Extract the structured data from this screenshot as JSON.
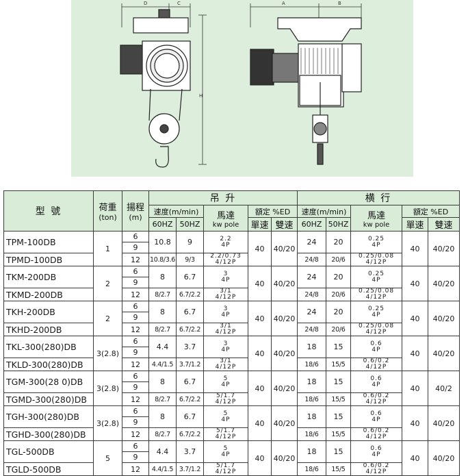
{
  "drawing": {
    "dims_left": [
      "D",
      "C",
      "H"
    ],
    "dims_right": [
      "A",
      "B"
    ]
  },
  "header": {
    "model": "型 號",
    "load_main": "荷重",
    "load_unit": "(ton)",
    "lift_main": "揚程",
    "lift_unit": "(m)",
    "hoist": "吊 升",
    "traverse": "横  行",
    "speed": "速度(m/min)",
    "rated": "額定 %ED",
    "hz60": "60HZ",
    "hz50": "50HZ",
    "motor_main": "馬達",
    "motor_unit": "kw pole",
    "single": "單速",
    "double": "雙速"
  },
  "groups": [
    {
      "models": [
        "TPM-100DB",
        "TPMD-100DB"
      ],
      "load": "1",
      "lifts": [
        "6",
        "9",
        "12"
      ],
      "h60": [
        "10.8",
        "10.8/3.6"
      ],
      "h50": [
        "9",
        "9/3"
      ],
      "hkw": [
        "2.2",
        "2.2/0.73"
      ],
      "hpole": [
        "4P",
        "4/12P"
      ],
      "hs": "40",
      "hd": "40/20",
      "t60": [
        "24",
        "24/8"
      ],
      "t50": [
        "20",
        "20/6"
      ],
      "tkw": [
        "0.25",
        "0.25/0.08"
      ],
      "tpole": [
        "4P",
        "4/12P"
      ],
      "ts": "40",
      "td": "40/20"
    },
    {
      "models": [
        "TKM-200DB",
        "TKMD-200DB"
      ],
      "load": "2",
      "lifts": [
        "6",
        "9",
        "12"
      ],
      "h60": [
        "8",
        "8/2.7"
      ],
      "h50": [
        "6.7",
        "6.7/2.2"
      ],
      "hkw": [
        "3",
        "3/1"
      ],
      "hpole": [
        "4P",
        "4/12P"
      ],
      "hs": "40",
      "hd": "40/20",
      "t60": [
        "24",
        "24/8"
      ],
      "t50": [
        "20",
        "20/6"
      ],
      "tkw": [
        "0.25",
        "0.25/0.08"
      ],
      "tpole": [
        "4P",
        "4/12P"
      ],
      "ts": "40",
      "td": "40/20"
    },
    {
      "models": [
        "TKH-200DB",
        "TKHD-200DB"
      ],
      "load": "2",
      "lifts": [
        "6",
        "9",
        "12"
      ],
      "h60": [
        "8",
        "8/2.7"
      ],
      "h50": [
        "6.7",
        "6.7/2.2"
      ],
      "hkw": [
        "3",
        "3/1"
      ],
      "hpole": [
        "4P",
        "4/12P"
      ],
      "hs": "40",
      "hd": "40/20",
      "t60": [
        "24",
        "24/8"
      ],
      "t50": [
        "20",
        "20/6"
      ],
      "tkw": [
        "0.25",
        "0.25/0.08"
      ],
      "tpole": [
        "4P",
        "4/12P"
      ],
      "ts": "40",
      "td": "40/20"
    },
    {
      "models": [
        "TKL-300(280)DB",
        "TKLD-300(280)DB"
      ],
      "load": "3(2.8)",
      "lifts": [
        "6",
        "9",
        "12"
      ],
      "h60": [
        "4.4",
        "4.4/1.5"
      ],
      "h50": [
        "3.7",
        "3.7/1.2"
      ],
      "hkw": [
        "3",
        "3/1"
      ],
      "hpole": [
        "4P",
        "4/12P"
      ],
      "hs": "40",
      "hd": "40/20",
      "t60": [
        "18",
        "18/6"
      ],
      "t50": [
        "15",
        "15/5"
      ],
      "tkw": [
        "0.6",
        "0.6/0.2"
      ],
      "tpole": [
        "4P",
        "4/12P"
      ],
      "ts": "40",
      "td": "40/20"
    },
    {
      "models": [
        "TGM-300(28 0)DB",
        "TGMD-300(280)DB"
      ],
      "load": "3(2.8)",
      "lifts": [
        "6",
        "9",
        "12"
      ],
      "h60": [
        "8",
        "8/2.7"
      ],
      "h50": [
        "6.7",
        "6.7/2.2"
      ],
      "hkw": [
        "5",
        "5/1.7"
      ],
      "hpole": [
        "4P",
        "4/12P"
      ],
      "hs": "40",
      "hd": "40/20",
      "t60": [
        "18",
        "18/6"
      ],
      "t50": [
        "15",
        "15/5"
      ],
      "tkw": [
        "0.6",
        "0.6/0.2"
      ],
      "tpole": [
        "4P",
        "4/12P"
      ],
      "ts": "40",
      "td": "40/2"
    },
    {
      "models": [
        "TGH-300(280)DB",
        "TGHD-300(280)DB"
      ],
      "load": "3(2.8)",
      "lifts": [
        "6",
        "9",
        "12"
      ],
      "h60": [
        "8",
        "8/2.7"
      ],
      "h50": [
        "6.7",
        "6.7/2.2"
      ],
      "hkw": [
        "5",
        "5/1.7"
      ],
      "hpole": [
        "4P",
        "4/12P"
      ],
      "hs": "40",
      "hd": "40/20",
      "t60": [
        "18",
        "18/6"
      ],
      "t50": [
        "15",
        "15/5"
      ],
      "tkw": [
        "0.6",
        "0.6/0.2"
      ],
      "tpole": [
        "4P",
        "4/12P"
      ],
      "ts": "40",
      "td": "40/20"
    },
    {
      "models": [
        "TGL-500DB",
        "TGLD-500DB"
      ],
      "load": "5",
      "lifts": [
        "6",
        "9",
        "12"
      ],
      "h60": [
        "4.4",
        "4.4/1.5"
      ],
      "h50": [
        "3.7",
        "3.7/1.2"
      ],
      "hkw": [
        "5",
        "5/1.7"
      ],
      "hpole": [
        "4P",
        "4/12P"
      ],
      "hs": "40",
      "hd": "40/20",
      "t60": [
        "18",
        "18/6"
      ],
      "t50": [
        "15",
        "15/5"
      ],
      "tkw": [
        "0.6",
        "0.6/0.2"
      ],
      "tpole": [
        "4P",
        "4/12P"
      ],
      "ts": "40",
      "td": "40/20"
    }
  ]
}
